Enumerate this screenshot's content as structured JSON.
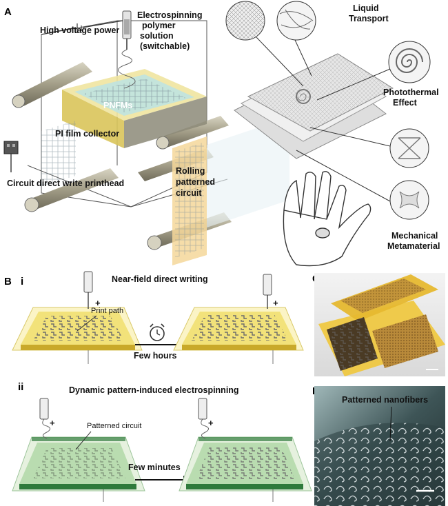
{
  "panels": {
    "a": "A",
    "b": "B",
    "c": "C",
    "d": "D",
    "b_i": "i",
    "b_ii": "ii"
  },
  "panel_a": {
    "high_voltage": "High voltage power",
    "electrospinning": [
      "Electrospinning",
      "polymer",
      "solution",
      "(switchable)"
    ],
    "pnfms": "PNFMs",
    "pi_collector": "PI film collector",
    "circuit_printhead": "Circuit direct write printhead",
    "rolling": [
      "Rolling",
      "patterned",
      "circuit"
    ],
    "liquid_transport": [
      "Liquid",
      "Transport"
    ],
    "photothermal": [
      "Photothermal",
      "Effect"
    ],
    "mechanical": [
      "Mechanical",
      "Metamaterial"
    ]
  },
  "panel_b": {
    "near_field": "Near-field direct writing",
    "print_path": "Print path",
    "few_hours": "Few hours",
    "dynamic": "Dynamic pattern-induced electrospinning",
    "patterned_circuit": "Patterned circuit",
    "few_minutes": "Few minutes",
    "plus": "+"
  },
  "panel_d": {
    "patterned_nanofibers": "Patterned nanofibers"
  },
  "colors": {
    "yellow_film": "#f2e27a",
    "yellow_edge": "#c9a92a",
    "green_film": "#b9dcb0",
    "green_edge": "#2f7a3c",
    "fiber_grey": "#8f8f8f",
    "roller": "#a9a48f"
  }
}
